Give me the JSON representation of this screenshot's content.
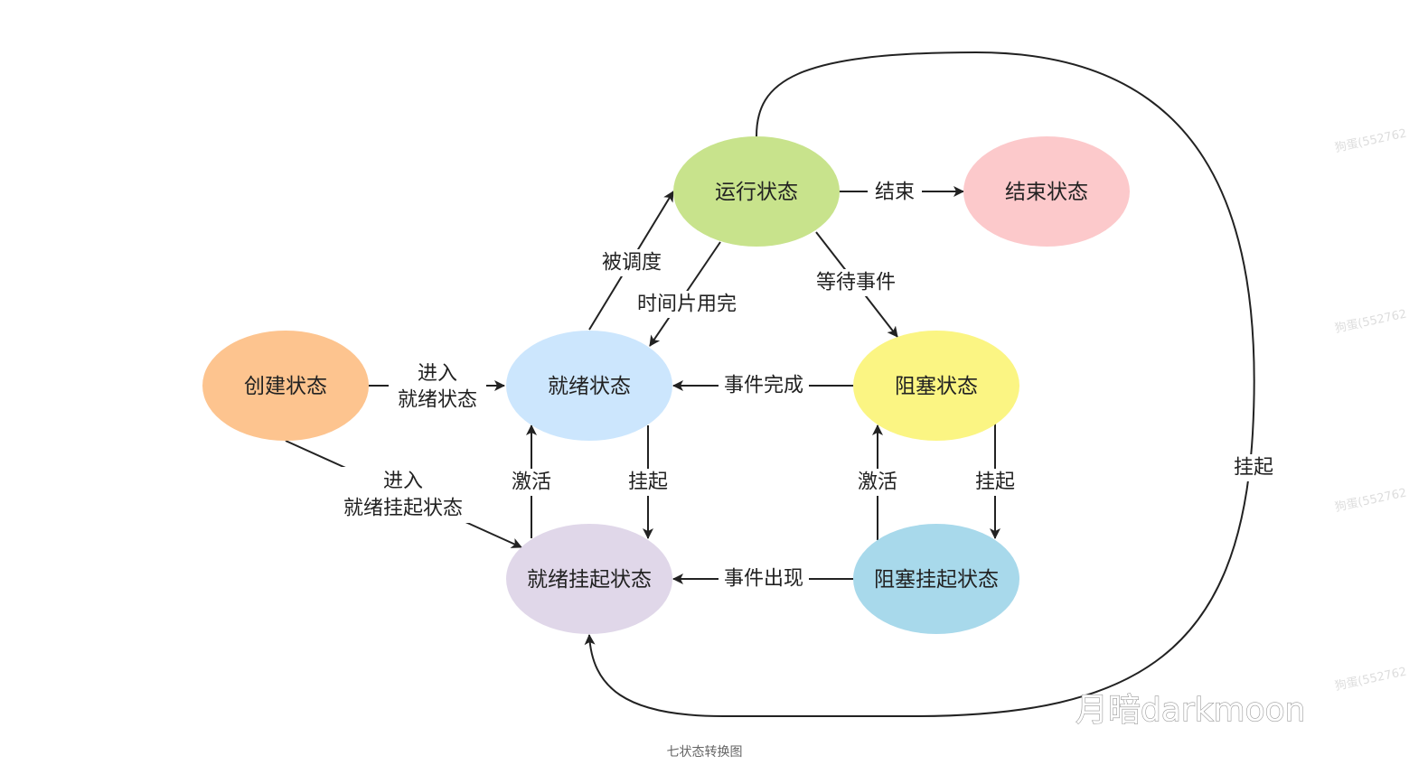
{
  "nodes": {
    "create": {
      "label": "创建状态",
      "color": "#fdc48f"
    },
    "ready": {
      "label": "就绪状态",
      "color": "#cce6fd"
    },
    "running": {
      "label": "运行状态",
      "color": "#c8e38c"
    },
    "terminated": {
      "label": "结束状态",
      "color": "#fcc9cb"
    },
    "blocked": {
      "label": "阻塞状态",
      "color": "#fbf583"
    },
    "ready_suspended": {
      "label": "就绪挂起状态",
      "color": "#e0d7e9"
    },
    "blocked_suspended": {
      "label": "阻塞挂起状态",
      "color": "#a8d9eb"
    }
  },
  "edges": {
    "enter_ready": {
      "line1": "进入",
      "line2": "就绪状态"
    },
    "enter_ready_suspended": {
      "line1": "进入",
      "line2": "就绪挂起状态"
    },
    "scheduled": {
      "label": "被调度"
    },
    "time_slice": {
      "label": "时间片用完"
    },
    "finish": {
      "label": "结束"
    },
    "wait_event": {
      "label": "等待事件"
    },
    "event_done": {
      "label": "事件完成"
    },
    "event_occurs": {
      "label": "事件出现"
    },
    "activate_left": {
      "label": "激活"
    },
    "suspend_left": {
      "label": "挂起"
    },
    "activate_right": {
      "label": "激活"
    },
    "suspend_right": {
      "label": "挂起"
    },
    "suspend_running": {
      "label": "挂起"
    }
  },
  "watermark": {
    "brand": "月暗darkmoon",
    "faint": "狗蛋(552762"
  },
  "caption": "七状态转换图"
}
